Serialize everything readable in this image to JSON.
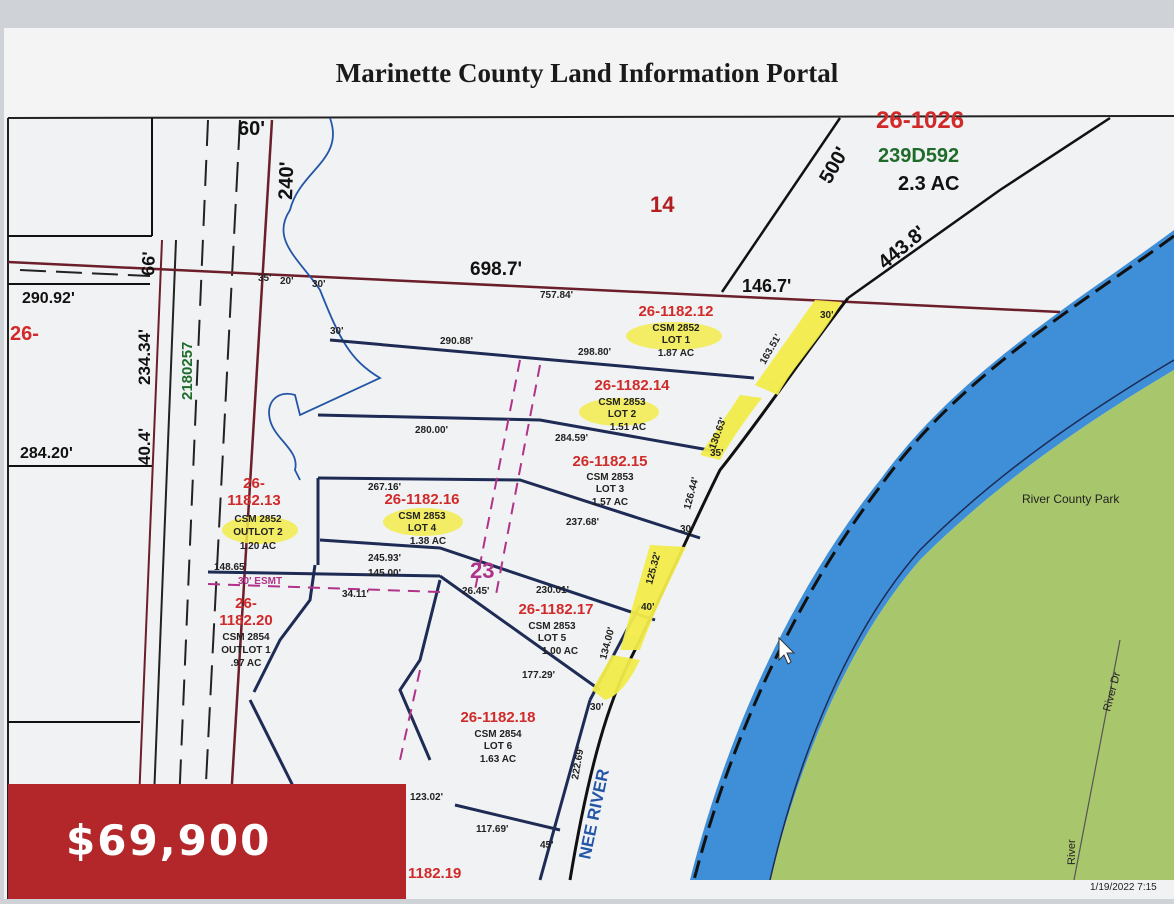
{
  "header": {
    "title": "Marinette County Land Information Portal"
  },
  "listing": {
    "price": "$69,900"
  },
  "map": {
    "colors": {
      "river": "#3f8fd8",
      "park": "#a8c66c",
      "highlight": "#f2ec4a",
      "parcel_id": "#d12a2a",
      "parcel_line": "#1d2b55",
      "lot_line": "#6b1f2b"
    },
    "north_parcel": {
      "id": "26-1026",
      "doc": "239D592",
      "area": "2.3 AC"
    },
    "section_number": "14",
    "block_number": "23",
    "west_ids": {
      "left": "26-",
      "doc": "2180257"
    },
    "dimensions": {
      "d60": "60'",
      "d240": "240'",
      "d66": "66'",
      "d500": "500'",
      "d443": "443.8'",
      "d6987": "698.7'",
      "d1467": "146.7'",
      "d29092": "290.92'",
      "d28420": "284.20'",
      "d23434": "234.34'",
      "d404": "40.4'",
      "d75784": "757.84'",
      "d29088": "290.88'",
      "d29880": "298.80'",
      "d28000": "280.00'",
      "d28459": "284.59'",
      "d26716": "267.16'",
      "d23768": "237.68'",
      "d24593": "245.93'",
      "d14565": "148.65'",
      "d14500": "145.00'",
      "d2645": "26.45'",
      "d3411": "34.11'",
      "d23001": "230.01'",
      "d17729": "177.29'",
      "d11769": "117.69'",
      "d12302": "123.02'",
      "d22269": "222.69'",
      "d13463": "130.63'",
      "d12044": "126.44'",
      "d12532": "125.32'",
      "d13400": "134.00'",
      "d15351": "163.51'",
      "d30a": "30'",
      "d35": "35'",
      "d30b": "30'",
      "d40": "40'",
      "d45": "45'",
      "d30c": "30'",
      "d30d": "30'",
      "d35b": "35'",
      "d20": "20'",
      "d30e": "30'"
    },
    "lots": [
      {
        "id": "26-1182.12",
        "csm": "CSM 2852",
        "lot": "LOT 1",
        "area": "1.87 AC"
      },
      {
        "id": "26-1182.14",
        "csm": "CSM 2853",
        "lot": "LOT 2",
        "area": "1.51 AC"
      },
      {
        "id": "26-1182.15",
        "csm": "CSM 2853",
        "lot": "LOT 3",
        "area": "1.57 AC"
      },
      {
        "id": "26-1182.16",
        "csm": "CSM 2853",
        "lot": "LOT 4",
        "area": "1.38 AC"
      },
      {
        "id_top": "26-",
        "id_bottom": "1182.13",
        "csm": "CSM 2852",
        "lot": "OUTLOT 2",
        "area": "1.20 AC"
      },
      {
        "id_top": "26-",
        "id_bottom": "1182.20",
        "csm": "CSM 2854",
        "lot": "OUTLOT 1",
        "area": ".97 AC"
      },
      {
        "id": "26-1182.17",
        "csm": "CSM 2853",
        "lot": "LOT 5",
        "area": "1.00 AC"
      },
      {
        "id": "26-1182.18",
        "csm": "CSM 2854",
        "lot": "LOT 6",
        "area": "1.63 AC"
      }
    ],
    "bottom_parcel": "1182.19",
    "esmt_label": "30' ESMT",
    "river_label": "NEE RIVER",
    "park_label": "River County Park",
    "road_label": "River Dr",
    "road_label2": "River",
    "timestamp": "1/19/2022 7:15"
  }
}
